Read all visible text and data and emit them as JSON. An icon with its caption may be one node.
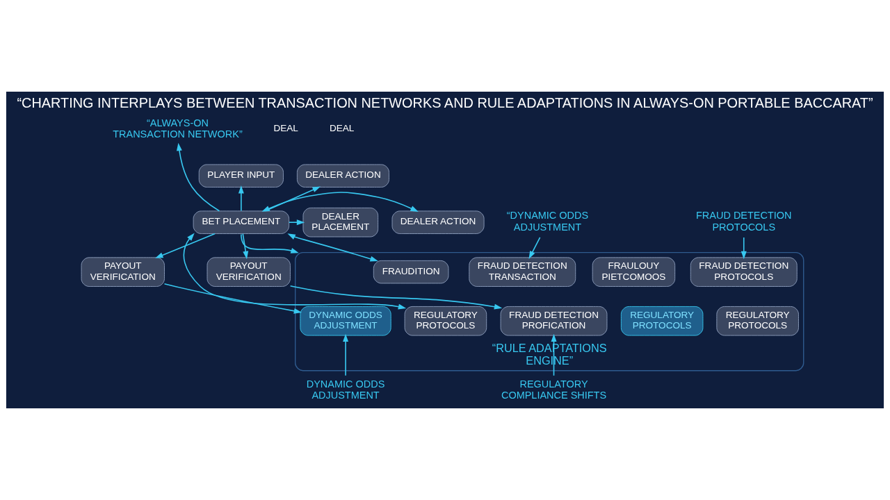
{
  "diagram": {
    "title": "“CHARTING INTERPLAYS BETWEEN TRANSACTION NETWORKS AND RULE ADAPTATIONS IN ALWAYS-ON PORTABLE BACCARAT”",
    "nodes": [
      {
        "text": [
          "“ALWAYS-ON TRANSACTION NETWORK”"
        ]
      },
      {
        "text": [
          "PLAYER INPUT"
        ]
      },
      {
        "text": [
          "DEALER ACTION"
        ]
      },
      {
        "text": [
          "DEALER ACTION"
        ]
      },
      {
        "text": [
          "BET PLACEMENT"
        ]
      },
      {
        "text": [
          "DEALER PLACEMENT"
        ]
      },
      {
        "text": [
          "PAYOUT VERIFICATION"
        ]
      },
      {
        "text": [
          "PAYOUT VERIFICATION"
        ]
      },
      {
        "text": [
          "“RULE ADAPTATIONS ENGINE”"
        ]
      },
      {
        "text": [
          "FRAUD DETECTION TRANSACTION"
        ],
        "in": 8
      },
      {
        "text": [
          "FRAULOUY PIETCOMOOS"
        ],
        "in": 8
      },
      {
        "text": [
          "REGULATORY PROTOCOLS"
        ],
        "in": 8
      },
      {
        "text": [
          "DYNAMIC ODDS ADJUSTMENT"
        ],
        "in": 8
      },
      {
        "text": [
          "REGULATORY PROTOCOLS"
        ],
        "in": 8
      },
      {
        "text": [
          "FRAUD DETECTION PROFICATION"
        ],
        "in": 8
      },
      {
        "text": [
          "REGULATORY PROTOCOLS"
        ],
        "in": 8
      },
      {
        "text": [
          "FRAUDITION"
        ],
        "in": 8
      },
      {
        "text": [
          "FRAUD DETECTION PROTOCOLS"
        ],
        "in": 8
      },
      {
        "text": [
          "“DYNAMIC ODDS ADJUSTMENT"
        ]
      },
      {
        "text": [
          "FRAUD DETECTION PROTOCOLS"
        ]
      },
      {
        "text": [
          "DYNAMIC ODDS ADJUSTMENT"
        ]
      },
      {
        "text": [
          "REGULATORY COMPLIANCE SHIFTS"
        ]
      }
    ],
    "edges": [
      {
        "from": 4,
        "to": 1,
        "arrow": "to"
      },
      {
        "from": 4,
        "to": 2,
        "arrow": "to"
      },
      {
        "from": 4,
        "to": 3,
        "arrow": "both"
      },
      {
        "from": 4,
        "to": 5,
        "arrow": "to"
      },
      {
        "from": 4,
        "to": 6,
        "arrow": "to"
      },
      {
        "from": 4,
        "to": 7,
        "arrow": "to"
      },
      {
        "from": 4,
        "to": 0,
        "arrow": "to"
      },
      {
        "from": 4,
        "to": 8,
        "arrow": "to"
      },
      {
        "from": 4,
        "to": 11,
        "arrow": "both"
      },
      {
        "from": 4,
        "to": 16,
        "arrow": "both"
      },
      {
        "from": 6,
        "to": 12,
        "arrow": "to"
      },
      {
        "from": 7,
        "to": 14,
        "arrow": "to"
      },
      {
        "from": 18,
        "to": 9,
        "arrow": "to"
      },
      {
        "from": 19,
        "to": 17,
        "arrow": "to"
      },
      {
        "from": 20,
        "to": 12,
        "arrow": "to"
      },
      {
        "from": 21,
        "to": 14,
        "arrow": "to"
      }
    ],
    "labels": [
      "DEAL",
      "DEAL"
    ]
  }
}
